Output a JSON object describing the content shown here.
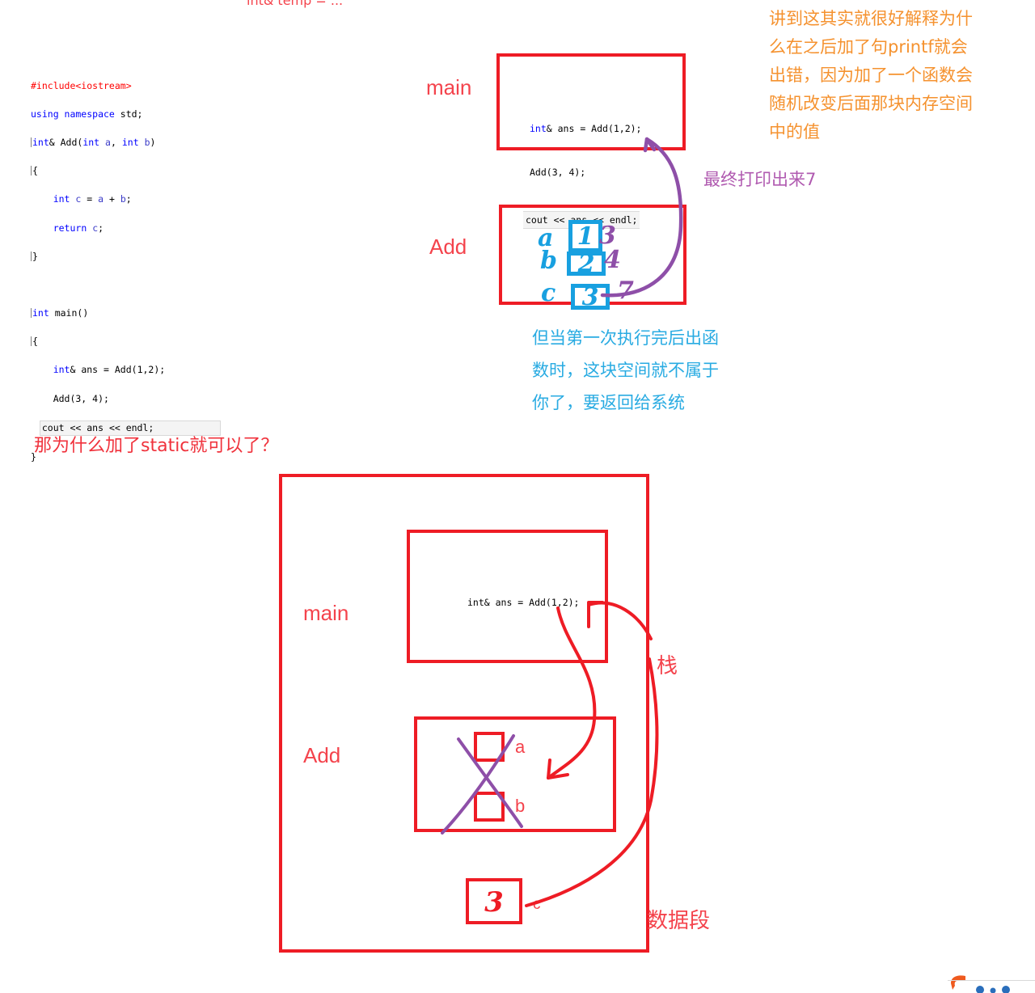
{
  "page": {
    "top_clipped_text": "int& temp = ...",
    "background": "#ffffff"
  },
  "colors": {
    "red": "#ee1c25",
    "red_label": "#f4434c",
    "orange": "#f5922f",
    "purple": "#b05ab0",
    "blue": "#29abe2",
    "hand_blue": "#18a0e0",
    "hand_purple": "#8e4fa8",
    "code_keyword": "#0000ff",
    "code_preproc": "#ff0000"
  },
  "code_listing": {
    "lines": [
      "#include<iostream>",
      "using namespace std;",
      "int& Add(int a, int b)",
      "{",
      "    int c = a + b;",
      "    return c;",
      "}",
      "",
      "int main()",
      "{",
      "    int& ans = Add(1,2);",
      "    Add(3, 4);",
      "    cout << ans << endl;",
      "}"
    ],
    "highlighted_line": "cout << ans << endl;"
  },
  "upper_diagram": {
    "main_label": "main",
    "add_label": "Add",
    "main_code": {
      "line1": "int& ans = Add(1,2);",
      "line2": "Add(3, 4);",
      "line3": "cout << ans << endl;"
    },
    "add_cells": [
      {
        "name": "a",
        "value": "1",
        "note": "3"
      },
      {
        "name": "b",
        "value": "2",
        "note": "4"
      },
      {
        "name": "c",
        "value": "3",
        "note": "7"
      }
    ]
  },
  "annotations": {
    "orange_note": "讲到这其实就很好解释为什么在之后加了句printf就会出错，因为加了一个函数会随机改变后面那块内存空间中的值",
    "orange_note_lines": [
      "讲到这其实就很好解释为什",
      "么在之后加了句printf就会",
      "出错，因为加了一个函数会",
      "随机改变后面那块内存空间",
      "中的值"
    ],
    "purple_note": "最终打印出来7",
    "blue_note_lines": [
      "但当第一次执行完后出函",
      "数时，这块空间就不属于",
      "你了，要返回给系统"
    ],
    "red_question": "那为什么加了static就可以了？"
  },
  "lower_diagram": {
    "main_label": "main",
    "add_label": "Add",
    "main_code": "int& ans = Add(1,2);",
    "add_cells": [
      {
        "name": "a",
        "value": ""
      },
      {
        "name": "b",
        "value": ""
      }
    ],
    "static_cell": {
      "name": "c",
      "value": "3"
    },
    "stack_label": "栈",
    "data_segment_label": "数据段"
  },
  "watermark": {
    "present": true
  }
}
